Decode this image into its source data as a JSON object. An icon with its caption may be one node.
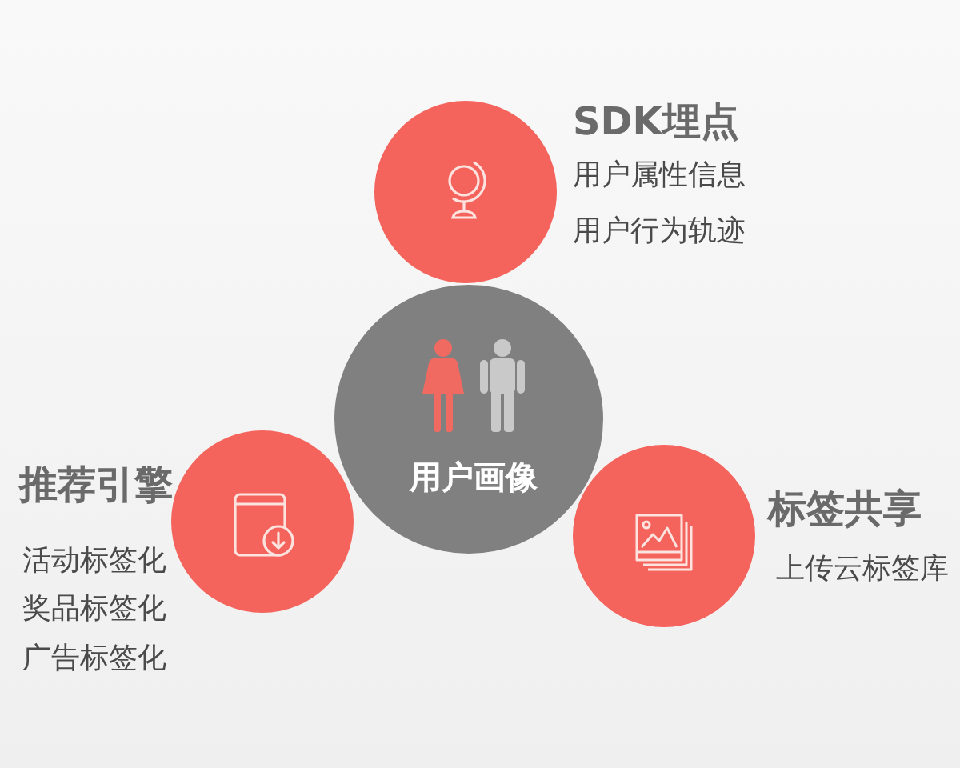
{
  "diagram": {
    "nodes": [
      {
        "text": [
          "SDK埋点",
          "用户属性信息",
          "用户行为轨迹"
        ]
      },
      {
        "text": [
          "用户画像"
        ]
      },
      {
        "text": [
          "推荐引擎",
          "活动标签化",
          "奖品标签化",
          "广告标签化"
        ]
      },
      {
        "text": [
          "标签共享",
          "上传云标签库"
        ]
      }
    ]
  }
}
